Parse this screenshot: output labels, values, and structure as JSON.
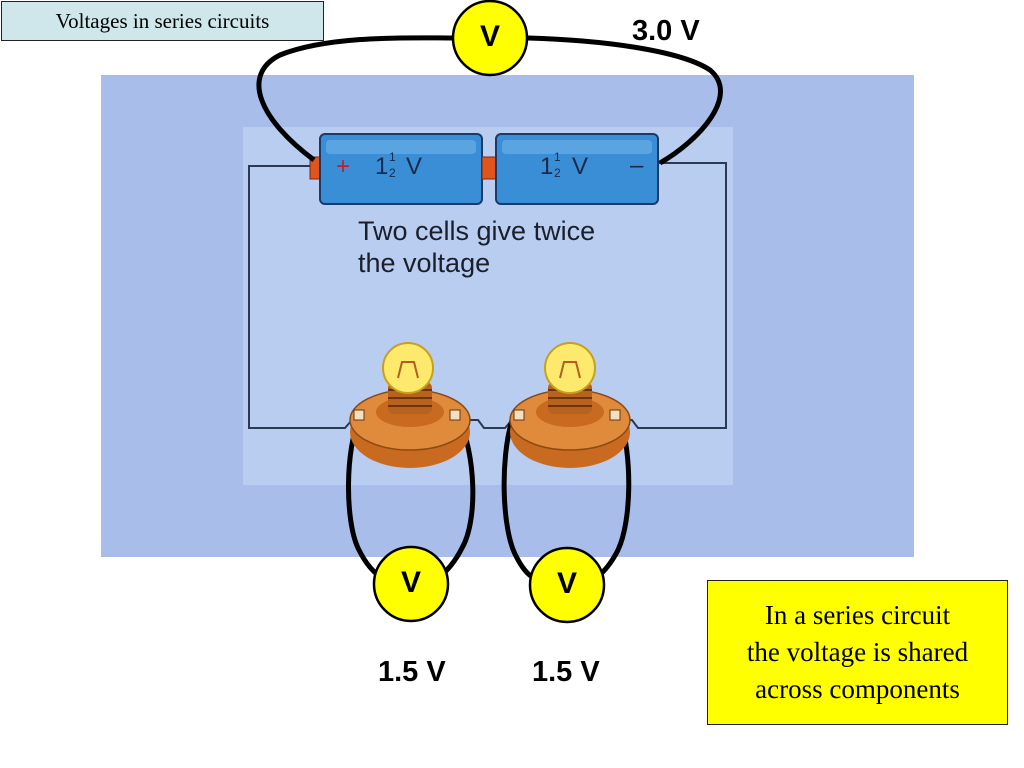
{
  "title": "Voltages in series circuits",
  "cells": [
    {
      "whole": "1",
      "frac_num": "1",
      "frac_den": "2",
      "unit": "V",
      "terminal": "+"
    },
    {
      "whole": "1",
      "frac_num": "1",
      "frac_den": "2",
      "unit": "V",
      "terminal": "–"
    }
  ],
  "caption_line1": "Two cells give twice",
  "caption_line2": "the voltage",
  "voltmeters": [
    {
      "label": "V",
      "reading": "3.0 V"
    },
    {
      "label": "V",
      "reading": "1.5 V"
    },
    {
      "label": "V",
      "reading": "1.5 V"
    }
  ],
  "note": {
    "line1": "In a series circuit",
    "line2": "the voltage is shared",
    "line3": "across components"
  },
  "colors": {
    "meter_fill": "#ffff00",
    "note_fill": "#ffff00",
    "title_fill": "#cfe7ea",
    "panel_outer": "#a8bdea",
    "panel_inner": "#b8cdf0",
    "cell_fill": "#3a8ed6",
    "cell_terminal": "#e0541e",
    "bulb_base": "#e08a3c"
  }
}
